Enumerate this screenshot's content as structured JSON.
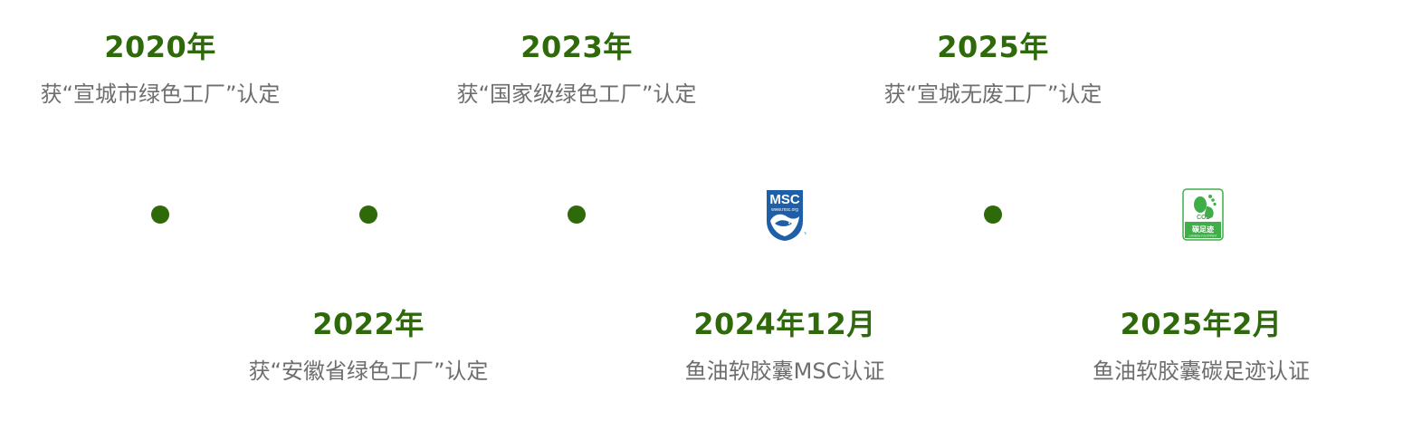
{
  "timeline": {
    "events": [
      {
        "year": "2020年",
        "desc": "获“宣城市绿色工厂”认定"
      },
      {
        "year": "2022年",
        "desc": "获“安徽省绿色工厂”认定"
      },
      {
        "year": "2023年",
        "desc": "获“国家级绿色工厂”认定"
      },
      {
        "year": "2024年12月",
        "desc": "鱼油软胶囊MSC认证"
      },
      {
        "year": "2025年",
        "desc": "获“宣城无废工厂”认定"
      },
      {
        "year": "2025年2月",
        "desc": "鱼油软胶囊碳足迹认证"
      }
    ],
    "badges": {
      "msc": {
        "title": "MSC",
        "url_text": "www.msc.org",
        "tm": "TM",
        "icon": "msc-fish-icon"
      },
      "carbon": {
        "co2": "CO2",
        "label": "碳足迹",
        "sub": "CARBON FOOTPRINT",
        "icon": "footprint-icon"
      }
    },
    "colors": {
      "accent": "#2e6a0a",
      "text": "#6e6e6e",
      "msc_blue": "#1f5fa8",
      "carbon_green": "#3fae49"
    }
  }
}
